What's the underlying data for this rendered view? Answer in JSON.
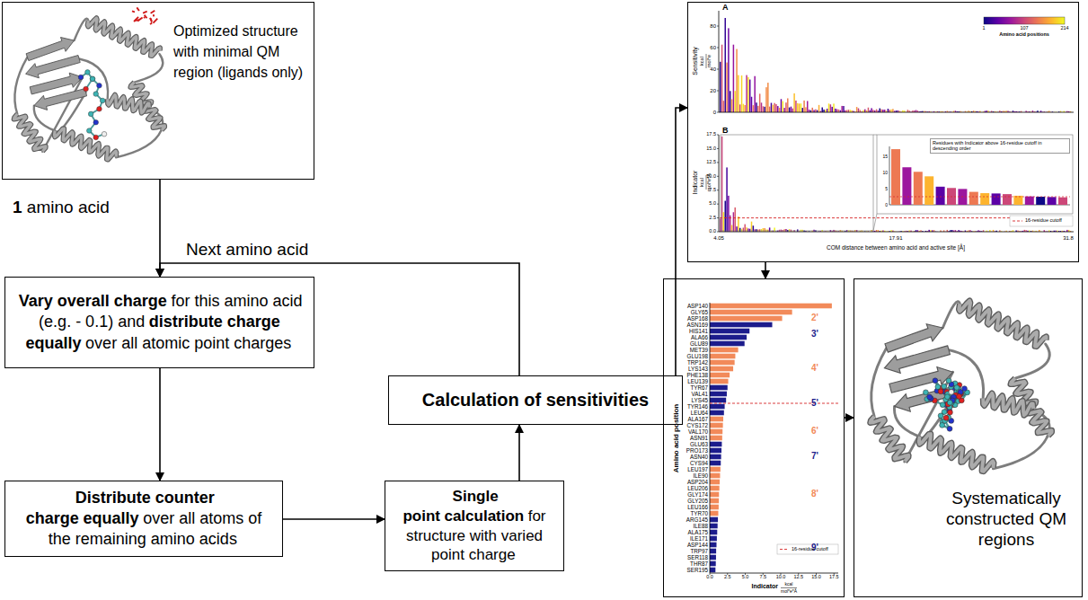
{
  "diagram": {
    "nodes": [
      {
        "text": [
          "Optimized structure with minimal QM region (ligands only)"
        ]
      },
      {
        "text": [
          "Vary overall charge",
          "for this amino acid (e.g. - 0.1) and",
          "distribute charge equally",
          "over all atomic point charges"
        ]
      },
      {
        "text": [
          "Distribute counter charge",
          "equally",
          "over all atoms of the remaining amino acids"
        ]
      },
      {
        "text": [
          "Single point",
          "calculation",
          "for structure with varied point charge"
        ]
      },
      {
        "text": [
          "Calculation of sensitivities"
        ]
      },
      {
        "text": [
          "A",
          "B"
        ]
      },
      {
        "text": [
          "Amino acid position"
        ]
      },
      {
        "text": [
          "Systematically constructed QM regions"
        ]
      }
    ],
    "edges": [
      {
        "from": 0,
        "to": 1,
        "arrow": "to",
        "label": "1 amino acid"
      },
      {
        "from": 1,
        "to": 2,
        "arrow": "to"
      },
      {
        "from": 2,
        "to": 3,
        "arrow": "to"
      },
      {
        "from": 3,
        "to": 4,
        "arrow": "to"
      },
      {
        "from": 4,
        "to": 1,
        "arrow": "to",
        "label": "Next amino acid"
      },
      {
        "from": 4,
        "to": 5,
        "arrow": "to"
      },
      {
        "from": 5,
        "to": 6,
        "arrow": "to"
      },
      {
        "from": 6,
        "to": 7,
        "arrow": "to"
      }
    ],
    "labels": [
      "Sensitivity",
      "kcal",
      "mol*e",
      "0",
      "20",
      "40",
      "60",
      "80",
      "1",
      "107",
      "214",
      "Amino acid positions",
      "Indicator",
      "kcal",
      "mol*e*Å",
      "0.0",
      "2.5",
      "5.0",
      "7.5",
      "10.0",
      "12.5",
      "15.0",
      "17.5",
      "Residues with Indicator above 16-residue cutoff in descending order",
      "0",
      "5",
      "10",
      "15",
      "4.05",
      "17.91",
      "31.8",
      "COM distance between amino acid and active site [Å]",
      "ASP140",
      "GLY65",
      "ASP168",
      "ASN169",
      "HIS141",
      "ALA66",
      "GLU89",
      "MET39",
      "GLU198",
      "TRP142",
      "LYS143",
      "PHE138",
      "LEU139",
      "TYR67",
      "VAL41",
      "LYS45",
      "TYR146",
      "LEU64",
      "ALA167",
      "CYS172",
      "VAL170",
      "ASN91",
      "GLU63",
      "PRO173",
      "ASN40",
      "CYS94",
      "LEU197",
      "ILE90",
      "ASP204",
      "LEU206",
      "GLY174",
      "GLY205",
      "LEU166",
      "TYR70",
      "ARG145",
      "ILE88",
      "ALA175",
      "ILE171",
      "ASP144",
      "TRP97",
      "SER118",
      "THR87",
      "SER195",
      "0.0",
      "2.5",
      "5.0",
      "7.5",
      "10.0",
      "12.5",
      "15.0",
      "17.5",
      "Indicator",
      "kcal",
      "mol*e*Å",
      "2'",
      "3'",
      "4'",
      "5'",
      "6'",
      "7'",
      "8'",
      "9'"
    ],
    "legend": [
      {
        "text": "16-residue cutoff"
      },
      {
        "text": "16-residue cutoff"
      }
    ]
  }
}
